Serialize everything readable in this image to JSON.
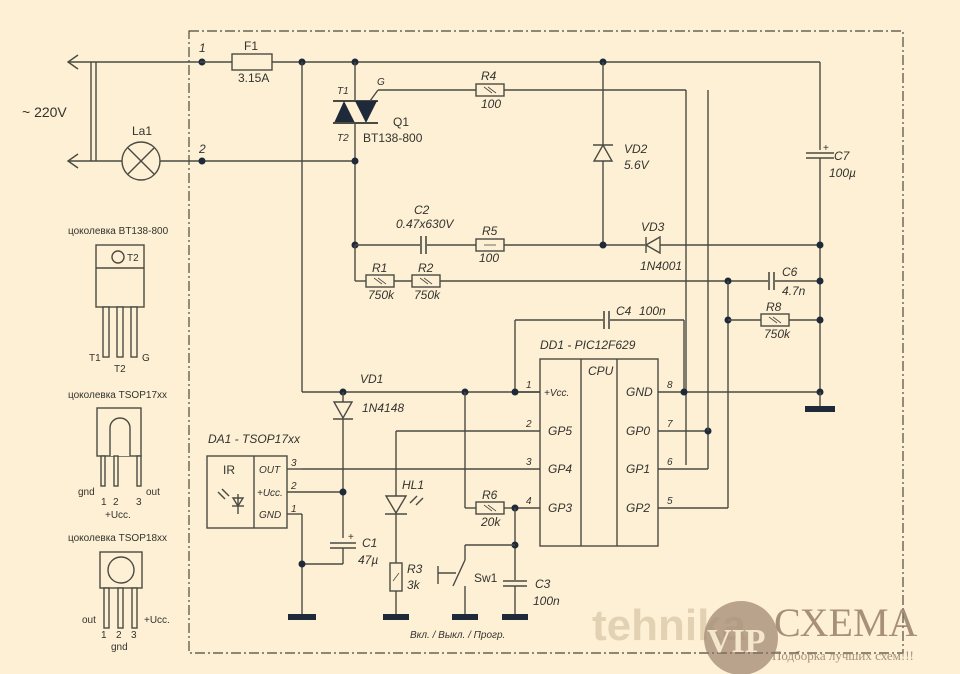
{
  "mains": {
    "label": "~ 220V"
  },
  "terminals": {
    "t1": "1",
    "t2": "2"
  },
  "lamp": {
    "ref": "La1"
  },
  "fuse": {
    "ref": "F1",
    "value": "3.15A"
  },
  "triac": {
    "ref": "Q1",
    "part": "BT138-800",
    "pin_t1": "T1",
    "pin_t2": "T2",
    "pin_g": "G"
  },
  "r4": {
    "ref": "R4",
    "value": "100"
  },
  "vd2": {
    "ref": "VD2",
    "value": "5.6V"
  },
  "c7": {
    "ref": "C7",
    "value": "100µ",
    "polarity": "+"
  },
  "c2": {
    "ref": "C2",
    "value": "0.47x630V"
  },
  "r5": {
    "ref": "R5",
    "value": "100"
  },
  "vd3": {
    "ref": "VD3",
    "value": "1N4001"
  },
  "r1": {
    "ref": "R1",
    "value": "750k"
  },
  "r2": {
    "ref": "R2",
    "value": "750k"
  },
  "c6": {
    "ref": "C6",
    "value": "4.7n"
  },
  "r8": {
    "ref": "R8",
    "value": "750k"
  },
  "c4": {
    "ref": "C4",
    "value": "100n"
  },
  "dd1": {
    "title": "DD1 - PIC12F629",
    "core": "CPU",
    "left_pins": [
      {
        "num": "1",
        "name": "+Vcc."
      },
      {
        "num": "2",
        "name": "GP5"
      },
      {
        "num": "3",
        "name": "GP4"
      },
      {
        "num": "4",
        "name": "GP3"
      }
    ],
    "right_pins": [
      {
        "num": "8",
        "name": "GND"
      },
      {
        "num": "7",
        "name": "GP0"
      },
      {
        "num": "6",
        "name": "GP1"
      },
      {
        "num": "5",
        "name": "GP2"
      }
    ]
  },
  "vd1": {
    "ref": "VD1",
    "value": "1N4148"
  },
  "da1": {
    "title": "DA1 - TSOP17xx",
    "ir": "IR",
    "pins": [
      {
        "num": "3",
        "name": "OUT"
      },
      {
        "num": "2",
        "name": "+Ucc."
      },
      {
        "num": "1",
        "name": "GND"
      }
    ]
  },
  "c1": {
    "ref": "C1",
    "value": "47µ",
    "polarity": "+"
  },
  "hl1": {
    "ref": "HL1"
  },
  "r3": {
    "ref": "R3",
    "value": "3k"
  },
  "r6": {
    "ref": "R6",
    "value": "20k"
  },
  "sw1": {
    "ref": "Sw1",
    "caption": "Вкл. / Выкл. / Прогр."
  },
  "c3": {
    "ref": "C3",
    "value": "100n"
  },
  "pinouts": {
    "bt138": {
      "title": "цоколевка   BT138-800",
      "tab": "T2",
      "pins": [
        "T1",
        "T2",
        "G"
      ]
    },
    "tsop17": {
      "title": "цоколевка   TSOP17xx",
      "left": "gnd",
      "right": "out",
      "nums": [
        "1",
        "2",
        "3"
      ],
      "bottom": "+Ucc."
    },
    "tsop18": {
      "title": "цоколевка   TSOP18xx",
      "left": "out",
      "right": "+Ucc.",
      "nums": [
        "1",
        "2",
        "3"
      ],
      "bottom": "gnd"
    }
  },
  "watermark": {
    "brand": "СХЕМА",
    "badge": "VIP",
    "slogan": "Подборка лучших схем!!!",
    "bg_word": "tehnika"
  }
}
